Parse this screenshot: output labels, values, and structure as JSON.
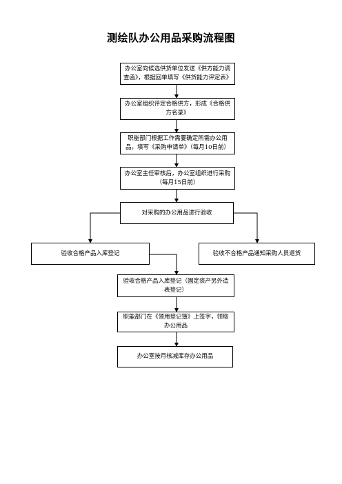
{
  "title": "测绘队办公用品采购流程图",
  "steps": [
    "办公室向候选供货单位发送《供方能力调查函》，根据回单填写《供货能力评定表》",
    "办公室组织评定合格供方，形成《合格供方名录》",
    "职能部门根据工作需要确定所需办公用品，填写《采购申请单》（每月10日前）",
    "办公室主任审核后，办公室组织进行采购（每月15日前）",
    "对采购的办公用品进行验收",
    "验收合格产品入库登记",
    "验收不合格产品通知采购人员退货",
    "验收合格产品入库登记（固定资产另外造表登记）",
    "职能部门在《领用登记簿》上签字，领取办公用品",
    "办公室按月核减库存办公用品"
  ]
}
